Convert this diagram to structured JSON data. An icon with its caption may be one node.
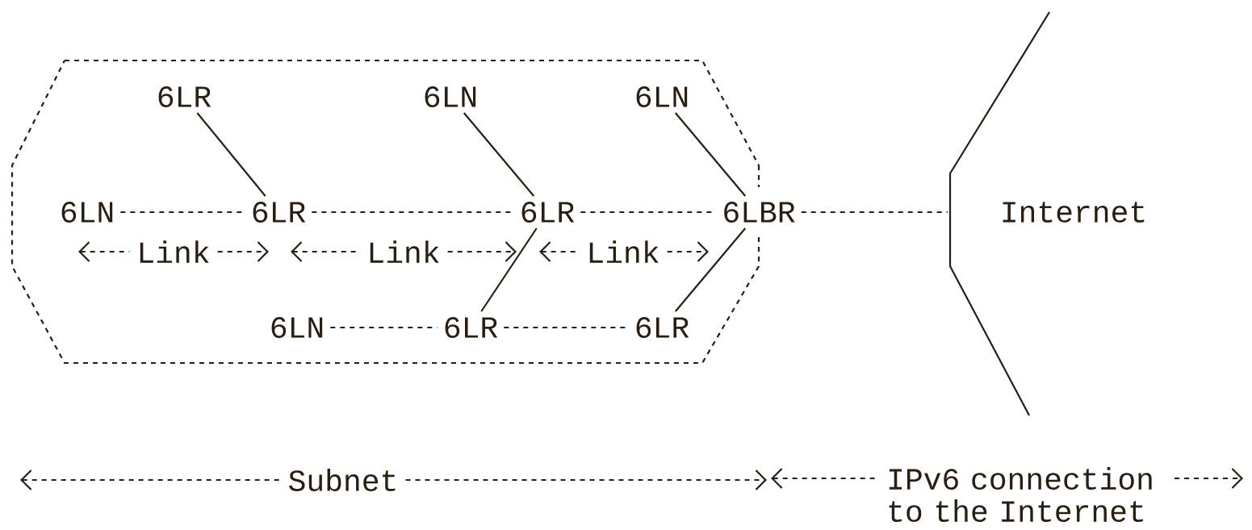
{
  "diagram": {
    "nodes": [
      {
        "text": [
          "6LR"
        ]
      },
      {
        "text": [
          "6LN"
        ]
      },
      {
        "text": [
          "6LN"
        ]
      },
      {
        "text": [
          "6LN"
        ]
      },
      {
        "text": [
          "6LR"
        ]
      },
      {
        "text": [
          "6LR"
        ]
      },
      {
        "text": [
          "6LBR"
        ]
      },
      {
        "text": [
          "6LN"
        ]
      },
      {
        "text": [
          "6LR"
        ]
      },
      {
        "text": [
          "6LR"
        ]
      },
      {
        "text": [
          "Internet"
        ]
      }
    ],
    "edges": [
      {
        "from": 0,
        "to": 4,
        "arrow": "none"
      },
      {
        "from": 1,
        "to": 5,
        "arrow": "none"
      },
      {
        "from": 2,
        "to": 6,
        "arrow": "none"
      },
      {
        "from": 3,
        "to": 4,
        "arrow": "none",
        "style": "dashed"
      },
      {
        "from": 4,
        "to": 5,
        "arrow": "none",
        "style": "dashed"
      },
      {
        "from": 5,
        "to": 6,
        "arrow": "none",
        "style": "dashed"
      },
      {
        "from": 6,
        "to": 10,
        "arrow": "none",
        "style": "dashed"
      },
      {
        "from": 5,
        "to": 8,
        "arrow": "none"
      },
      {
        "from": 6,
        "to": 9,
        "arrow": "none"
      },
      {
        "from": 7,
        "to": 8,
        "arrow": "none",
        "style": "dashed"
      },
      {
        "from": 8,
        "to": 9,
        "arrow": "none",
        "style": "dashed"
      }
    ],
    "labels": [
      "Link",
      "Link",
      "Link",
      "Subnet",
      "IPv6 connection to the Internet"
    ]
  }
}
